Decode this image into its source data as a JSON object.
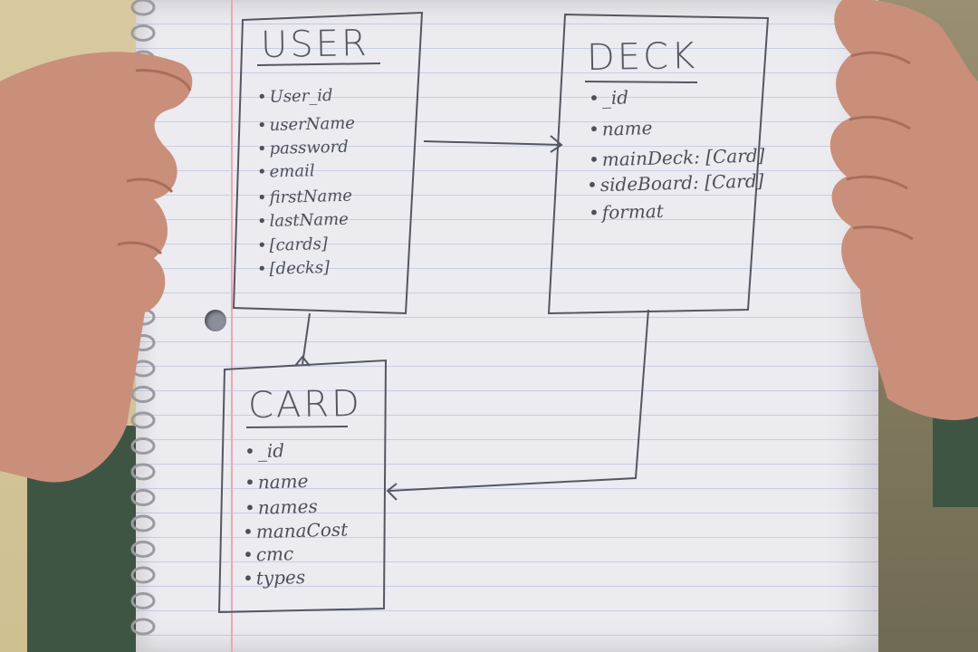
{
  "entities": {
    "user": {
      "title": "USER",
      "fields": [
        "User_id",
        "userName",
        "password",
        "email",
        "firstName",
        "lastName",
        "[cards]",
        "[decks]"
      ]
    },
    "deck": {
      "title": "DECK",
      "fields": [
        "_id",
        "name",
        "mainDeck: [Card]",
        "sideBoard: [Card]",
        "format"
      ]
    },
    "card": {
      "title": "CARD",
      "fields": [
        "_id",
        "name",
        "names",
        "manaCost",
        "cmc",
        "types"
      ]
    }
  },
  "relationships": [
    {
      "from": "user",
      "to": "deck",
      "cardinality": "one-to-many"
    },
    {
      "from": "user",
      "to": "card",
      "cardinality": "one-to-many"
    },
    {
      "from": "deck",
      "to": "card",
      "cardinality": "one-to-many"
    }
  ],
  "colors": {
    "paper": "#ecebf0",
    "ink": "#4e4f58",
    "rule_line": "#c9cde2",
    "margin_line": "#e7a9b8",
    "skin": "#c98f7a",
    "background": "#3b3a30"
  },
  "icons": [
    "spiral-binding",
    "punch-hole",
    "left-hand",
    "right-hand"
  ]
}
